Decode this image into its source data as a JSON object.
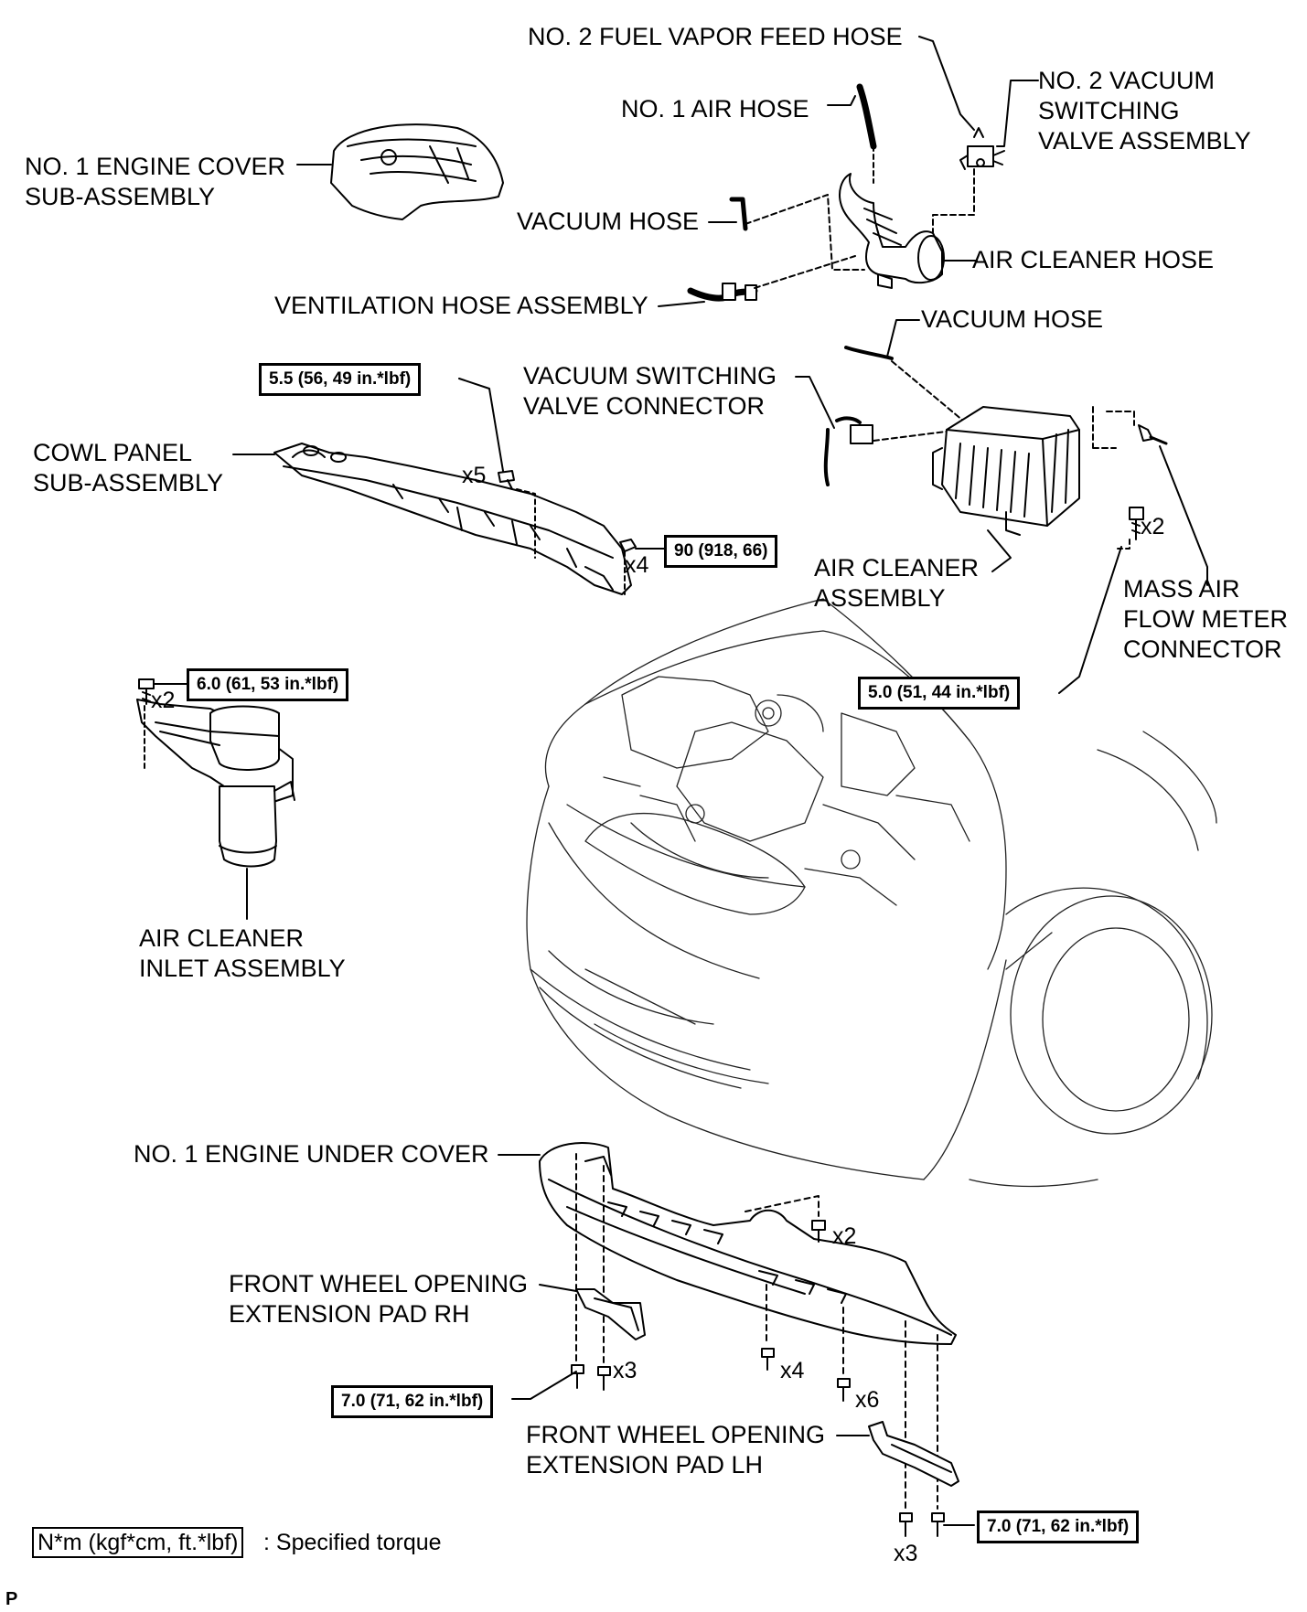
{
  "labels": {
    "fuel_vapor_hose": "NO. 2 FUEL VAPOR FEED HOSE",
    "vacuum_switching_valve_asm_1": "NO. 2 VACUUM",
    "vacuum_switching_valve_asm_2": "SWITCHING",
    "vacuum_switching_valve_asm_3": "VALVE ASSEMBLY",
    "air_hose": "NO. 1 AIR HOSE",
    "engine_cover_1": "NO. 1 ENGINE COVER",
    "engine_cover_2": "SUB-ASSEMBLY",
    "vacuum_hose_top": "VACUUM HOSE",
    "air_cleaner_hose": "AIR CLEANER HOSE",
    "ventilation_hose": "VENTILATION HOSE ASSEMBLY",
    "vacuum_hose_mid": "VACUUM HOSE",
    "vsv_connector_1": "VACUUM SWITCHING",
    "vsv_connector_2": "VALVE CONNECTOR",
    "cowl_panel_1": "COWL PANEL",
    "cowl_panel_2": "SUB-ASSEMBLY",
    "air_cleaner_asm_1": "AIR CLEANER",
    "air_cleaner_asm_2": "ASSEMBLY",
    "maf_1": "MASS AIR",
    "maf_2": "FLOW METER",
    "maf_3": "CONNECTOR",
    "inlet_1": "AIR CLEANER",
    "inlet_2": "INLET ASSEMBLY",
    "under_cover": "NO. 1 ENGINE UNDER COVER",
    "pad_rh_1": "FRONT WHEEL OPENING",
    "pad_rh_2": "EXTENSION PAD RH",
    "pad_lh_1": "FRONT WHEEL OPENING",
    "pad_lh_2": "EXTENSION PAD LH"
  },
  "torques": {
    "cowl_bolt": "5.5 (56, 49 in.*lbf)",
    "cowl_nut": "90 (918, 66)",
    "air_cleaner_bolt": "5.0 (51, 44 in.*lbf)",
    "inlet_bolt": "6.0 (61, 53 in.*lbf)",
    "under_cover_rh": "7.0 (71, 62 in.*lbf)",
    "under_cover_lh": "7.0 (71, 62 in.*lbf)"
  },
  "quantities": {
    "cowl_bolt": "x5",
    "cowl_nut": "x4",
    "air_cleaner_bolt": "x2",
    "inlet_bolt": "x2",
    "under_cover_top": "x2",
    "under_cover_rh_clip": "x3",
    "under_cover_mid": "x4",
    "under_cover_right": "x6",
    "under_cover_lh": "x3"
  },
  "legend": {
    "unit_box": "N*m (kgf*cm, ft.*lbf)",
    "text": ": Specified torque"
  },
  "corner_mark": "P"
}
